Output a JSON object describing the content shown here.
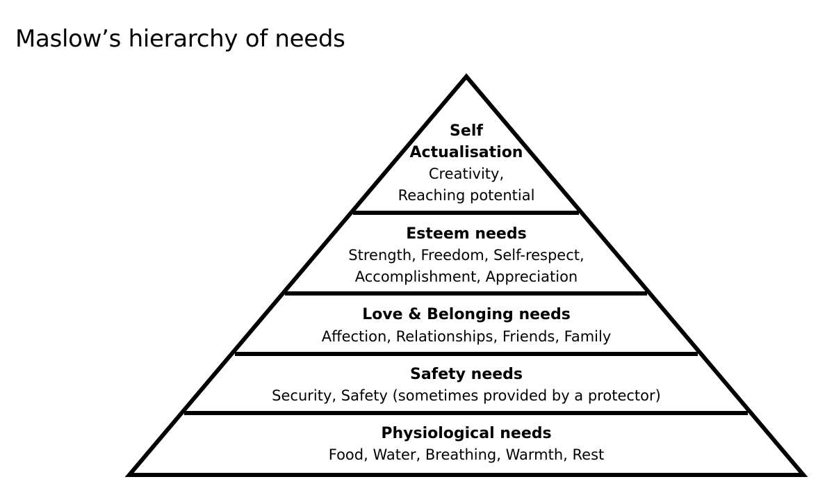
{
  "title": "Maslow’s hierarchy of needs",
  "levels": [
    {
      "title_lines": [
        "Self",
        "Actualisation"
      ],
      "description_lines": [
        "Creativity,",
        "Reaching potential"
      ]
    },
    {
      "title_lines": [
        "Esteem needs"
      ],
      "description_lines": [
        "Strength, Freedom, Self-respect,",
        "Accomplishment, Appreciation"
      ]
    },
    {
      "title_lines": [
        "Love & Belonging needs"
      ],
      "description_lines": [
        "Affection, Relationships, Friends, Family"
      ]
    },
    {
      "title_lines": [
        "Safety needs"
      ],
      "description_lines": [
        "Security, Safety (sometimes provided by a protector)"
      ]
    },
    {
      "title_lines": [
        "Physiological needs"
      ],
      "description_lines": [
        "Food, Water, Breathing, Warmth, Rest"
      ]
    }
  ],
  "colors": {
    "stroke": "#000000",
    "fill": "#ffffff"
  }
}
